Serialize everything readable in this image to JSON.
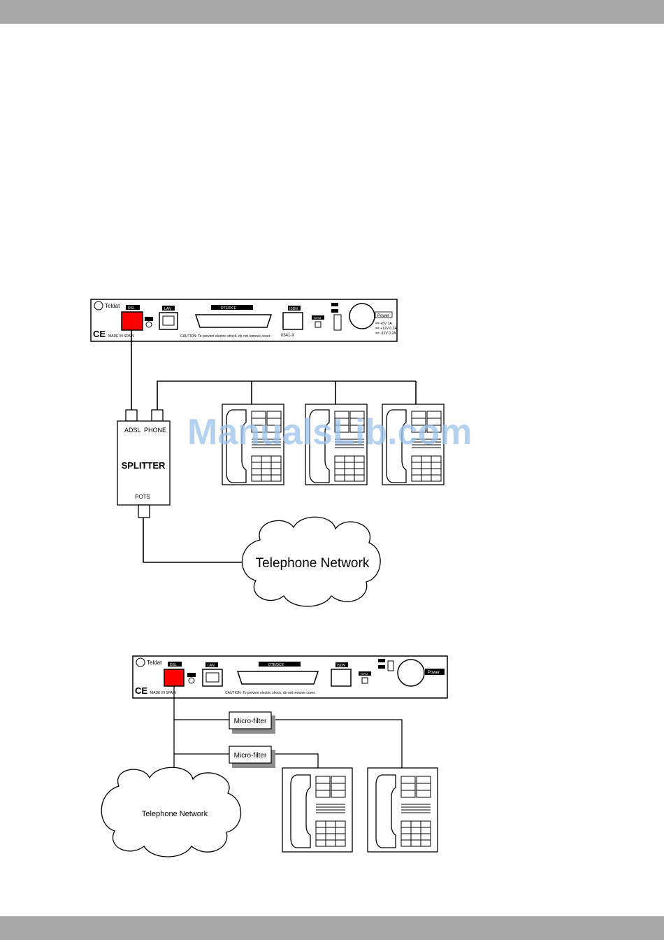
{
  "diagram1": {
    "router": {
      "brand": "Teldat",
      "port_dsl": "DSL",
      "port_lan": "LAN",
      "port_dte": "DTE/DCE",
      "port_isdn": "ISDN",
      "term_label": "TERM",
      "power_label": "Power",
      "power_specs": [
        "== +5V 1A",
        "== +12V 0.2A",
        "== -12V 0.2A"
      ],
      "caution": "CAUTION: To prevent electric shock, do not remove cover.",
      "made_in": "MADE IN SPAIN",
      "cert_mark": "0341-X",
      "ce_mark": "CE"
    },
    "splitter": {
      "adsl": "ADSL",
      "phone": "PHONE",
      "title": "SPLITTER",
      "pots": "POTS"
    },
    "network": "Telephone Network"
  },
  "diagram2": {
    "router": {
      "brand": "Teldat",
      "port_dsl": "DSL",
      "port_lan": "LAN",
      "port_dte": "DTE/DCE",
      "port_isdn": "ISDN",
      "term_label": "TERM",
      "power_label": "Power",
      "caution": "CAUTION: To prevent electric shock, do not remove cover.",
      "made_in": "MADE IN SPAIN",
      "ce_mark": "CE"
    },
    "filter_top": "Micro-filter",
    "filter_bottom": "Micro-filter",
    "network": "Telephone Network"
  },
  "watermark": "ManualsLib.com",
  "colors": {
    "dsl_port": "#ff0000",
    "header_bar": "#a9a9a9",
    "watermark": "#9cc3ea"
  }
}
